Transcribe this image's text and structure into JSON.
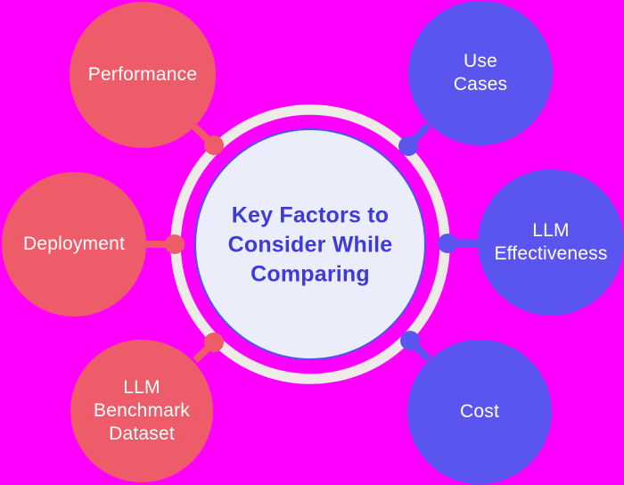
{
  "diagram": {
    "background_color": "#ff00ff",
    "colors": {
      "salmon": "#ee5c69",
      "blue": "#5b55f0",
      "ring": "#edebe8",
      "center_fill": "#ecedfa",
      "center_border": "#4857ea",
      "center_text": "#3e3bd9",
      "node_text": "#ffffff"
    },
    "center": {
      "label": "Key Factors to\nConsider While\nComparing"
    },
    "nodes": [
      {
        "id": "performance",
        "label": "Performance",
        "color": "#ee5c69",
        "side": "left"
      },
      {
        "id": "use-cases",
        "label": "Use\nCases",
        "color": "#5b55f0",
        "side": "right"
      },
      {
        "id": "deployment",
        "label": "Deployment",
        "color": "#ee5c69",
        "side": "left"
      },
      {
        "id": "llm-effectiveness",
        "label": "LLM\nEffectiveness",
        "color": "#5b55f0",
        "side": "right"
      },
      {
        "id": "llm-benchmark-dataset",
        "label": "LLM\nBenchmark\nDataset",
        "color": "#ee5c69",
        "side": "left"
      },
      {
        "id": "cost",
        "label": "Cost",
        "color": "#5b55f0",
        "side": "right"
      }
    ]
  }
}
